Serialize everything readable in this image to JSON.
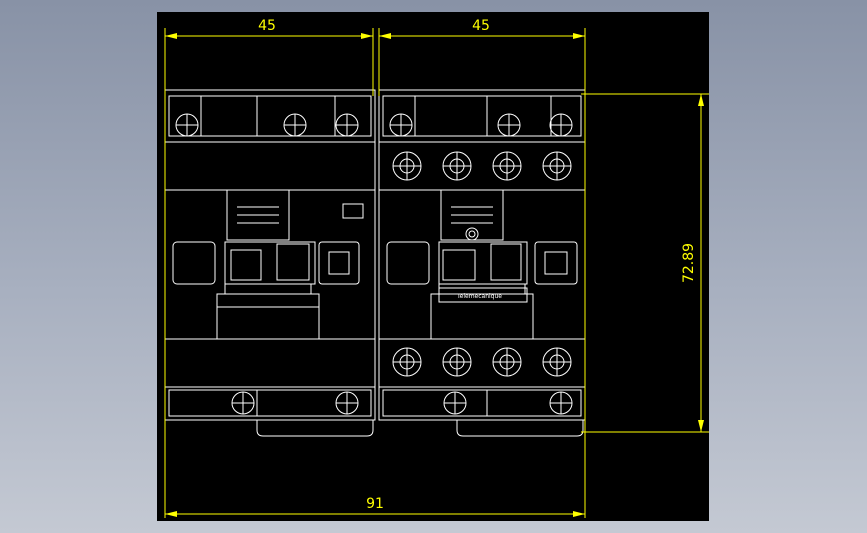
{
  "dimensions": {
    "left_width": "45",
    "right_width": "45",
    "total_width": "91",
    "height": "72.89"
  },
  "brand_label": "Telemecanique",
  "colors": {
    "background": "#000000",
    "lines": "#ffffff",
    "dimensions": "#ffff00",
    "window": "#8892a6"
  }
}
